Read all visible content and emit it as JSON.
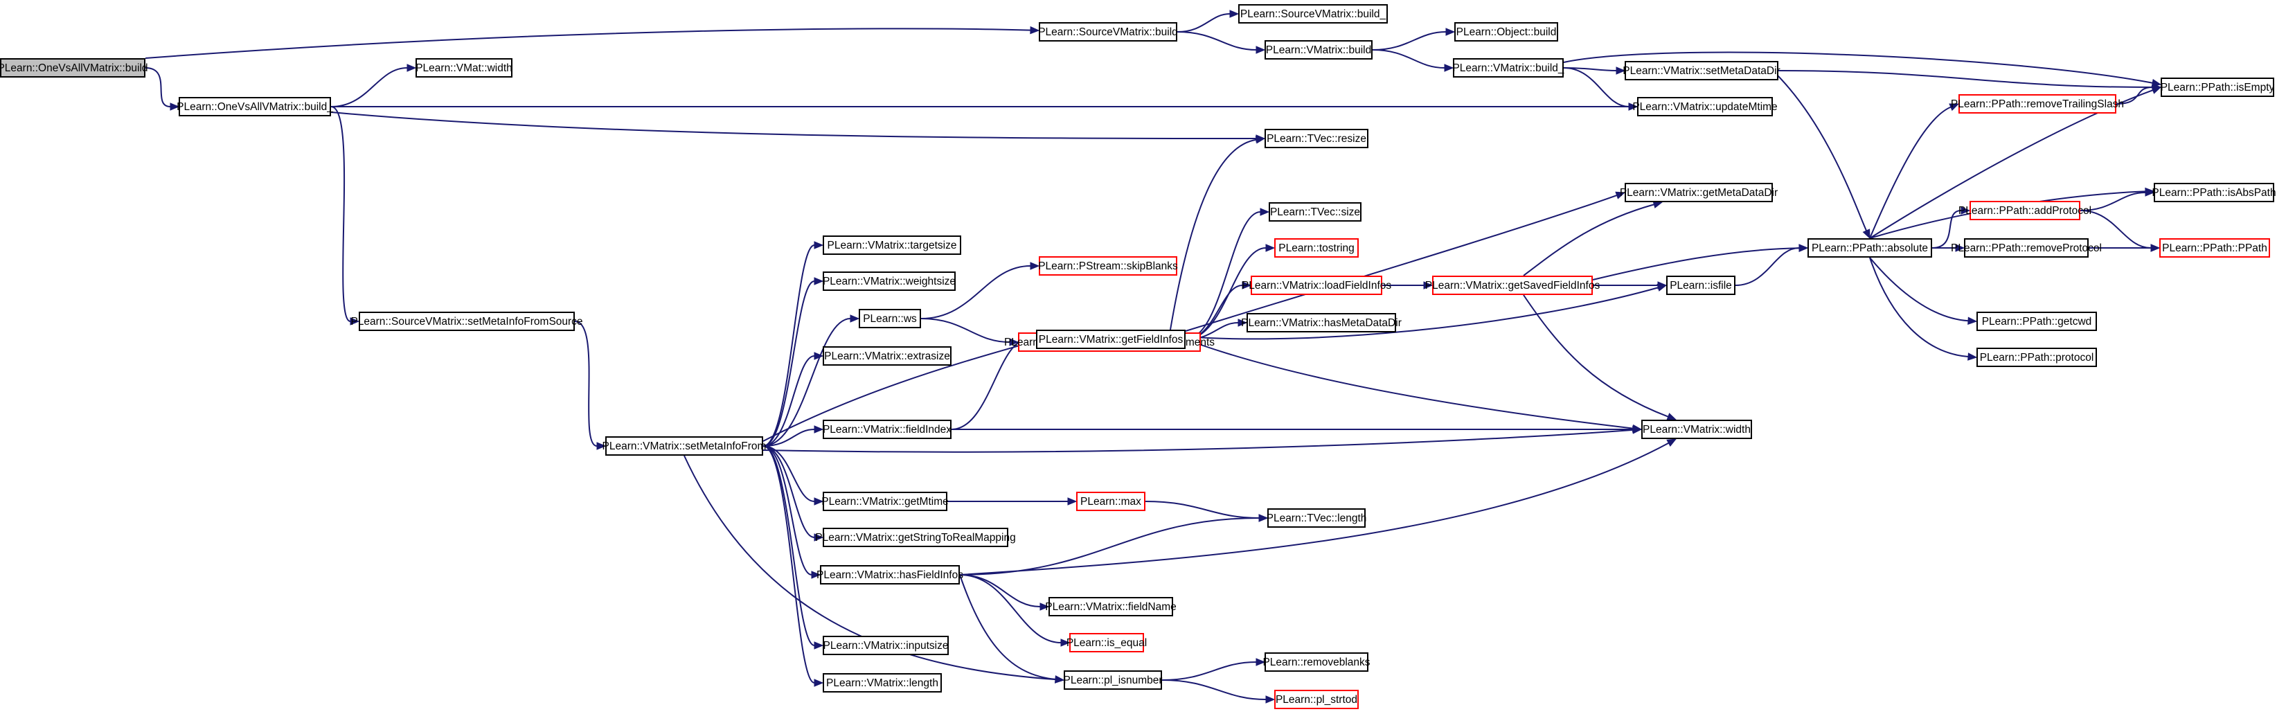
{
  "graph": {
    "colors": {
      "edge": "#191970",
      "node_border": "#000000",
      "node_border_red": "#ff0000",
      "root_fill": "#bfbfbf",
      "node_fill": "#ffffff"
    },
    "nodes": [
      {
        "id": "n0",
        "label": "PLearn::OneVsAllVMatrix::build",
        "style": "root"
      },
      {
        "id": "n1",
        "label": "PLearn::SourceVMatrix::build",
        "style": "normal"
      },
      {
        "id": "n2",
        "label": "PLearn::SourceVMatrix::build_",
        "style": "normal"
      },
      {
        "id": "n3",
        "label": "PLearn::Object::build",
        "style": "normal"
      },
      {
        "id": "n4",
        "label": "PLearn::VMatrix::build",
        "style": "normal"
      },
      {
        "id": "n5",
        "label": "PLearn::VMat::width",
        "style": "normal"
      },
      {
        "id": "n6",
        "label": "PLearn::VMatrix::build_",
        "style": "normal"
      },
      {
        "id": "n7",
        "label": "PLearn::VMatrix::setMetaDataDir",
        "style": "normal"
      },
      {
        "id": "n8",
        "label": "PLearn::PPath::isEmpty",
        "style": "normal"
      },
      {
        "id": "n9",
        "label": "PLearn::OneVsAllVMatrix::build_",
        "style": "normal"
      },
      {
        "id": "n10",
        "label": "PLearn::VMatrix::updateMtime",
        "style": "normal"
      },
      {
        "id": "n11",
        "label": "PLearn::PPath::removeTrailingSlash",
        "style": "red"
      },
      {
        "id": "n12",
        "label": "PLearn::TVec::resize",
        "style": "normal"
      },
      {
        "id": "n13",
        "label": "PLearn::VMatrix::getMetaDataDir",
        "style": "normal"
      },
      {
        "id": "n14",
        "label": "PLearn::PPath::isAbsPath",
        "style": "normal"
      },
      {
        "id": "n15",
        "label": "PLearn::TVec::size",
        "style": "normal"
      },
      {
        "id": "n16",
        "label": "PLearn::PPath::addProtocol",
        "style": "red"
      },
      {
        "id": "n17",
        "label": "PLearn::VMatrix::targetsize",
        "style": "normal"
      },
      {
        "id": "n18",
        "label": "PLearn::tostring",
        "style": "red"
      },
      {
        "id": "n19",
        "label": "PLearn::PPath::absolute",
        "style": "normal"
      },
      {
        "id": "n20",
        "label": "PLearn::PPath::removeProtocol",
        "style": "normal"
      },
      {
        "id": "n21",
        "label": "PLearn::PPath::PPath",
        "style": "red"
      },
      {
        "id": "n22",
        "label": "PLearn::PStream::skipBlanks",
        "style": "red"
      },
      {
        "id": "n23",
        "label": "PLearn::VMatrix::weightsize",
        "style": "normal"
      },
      {
        "id": "n24",
        "label": "PLearn::VMatrix::loadFieldInfos",
        "style": "red"
      },
      {
        "id": "n25",
        "label": "PLearn::VMatrix::getSavedFieldInfos",
        "style": "red"
      },
      {
        "id": "n26",
        "label": "PLearn::isfile",
        "style": "normal"
      },
      {
        "id": "n27",
        "label": "PLearn::ws",
        "style": "normal"
      },
      {
        "id": "n28",
        "label": "PLearn::PStream::skipBlanksAndComments",
        "style": "red"
      },
      {
        "id": "n29",
        "label": "PLearn::SourceVMatrix::setMetaInfoFromSource",
        "style": "normal"
      },
      {
        "id": "n30",
        "label": "PLearn::VMatrix::hasMetaDataDir",
        "style": "normal"
      },
      {
        "id": "n31",
        "label": "PLearn::PPath::getcwd",
        "style": "normal"
      },
      {
        "id": "n32",
        "label": "PLearn::VMatrix::extrasize",
        "style": "normal"
      },
      {
        "id": "n33",
        "label": "PLearn::VMatrix::getFieldInfos",
        "style": "normal"
      },
      {
        "id": "n34",
        "label": "PLearn::PPath::protocol",
        "style": "normal"
      },
      {
        "id": "n35",
        "label": "PLearn::VMatrix::fieldIndex",
        "style": "normal"
      },
      {
        "id": "n36",
        "label": "PLearn::VMatrix::width",
        "style": "normal"
      },
      {
        "id": "n37",
        "label": "PLearn::VMatrix::setMetaInfoFrom",
        "style": "normal"
      },
      {
        "id": "n38",
        "label": "PLearn::VMatrix::getMtime",
        "style": "normal"
      },
      {
        "id": "n39",
        "label": "PLearn::max",
        "style": "red"
      },
      {
        "id": "n40",
        "label": "PLearn::TVec::length",
        "style": "normal"
      },
      {
        "id": "n41",
        "label": "PLearn::VMatrix::getStringToRealMapping",
        "style": "normal"
      },
      {
        "id": "n42",
        "label": "PLearn::VMatrix::hasFieldInfos",
        "style": "normal"
      },
      {
        "id": "n43",
        "label": "PLearn::VMatrix::fieldName",
        "style": "normal"
      },
      {
        "id": "n44",
        "label": "PLearn::is_equal",
        "style": "red"
      },
      {
        "id": "n45",
        "label": "PLearn::VMatrix::inputsize",
        "style": "normal"
      },
      {
        "id": "n46",
        "label": "PLearn::removeblanks",
        "style": "normal"
      },
      {
        "id": "n47",
        "label": "PLearn::pl_isnumber",
        "style": "normal"
      },
      {
        "id": "n48",
        "label": "PLearn::VMatrix::length",
        "style": "normal"
      },
      {
        "id": "n49",
        "label": "PLearn::pl_strtod",
        "style": "red"
      }
    ],
    "edges": [
      [
        "n0",
        "n1"
      ],
      [
        "n0",
        "n9"
      ],
      [
        "n1",
        "n2"
      ],
      [
        "n1",
        "n4"
      ],
      [
        "n4",
        "n3"
      ],
      [
        "n4",
        "n6"
      ],
      [
        "n6",
        "n7"
      ],
      [
        "n6",
        "n8"
      ],
      [
        "n6",
        "n10"
      ],
      [
        "n7",
        "n8"
      ],
      [
        "n7",
        "n19"
      ],
      [
        "n9",
        "n5"
      ],
      [
        "n9",
        "n10"
      ],
      [
        "n9",
        "n12"
      ],
      [
        "n9",
        "n29"
      ],
      [
        "n29",
        "n37"
      ],
      [
        "n37",
        "n17"
      ],
      [
        "n37",
        "n23"
      ],
      [
        "n37",
        "n27"
      ],
      [
        "n37",
        "n32"
      ],
      [
        "n37",
        "n33"
      ],
      [
        "n37",
        "n35"
      ],
      [
        "n37",
        "n36"
      ],
      [
        "n37",
        "n38"
      ],
      [
        "n37",
        "n41"
      ],
      [
        "n37",
        "n42"
      ],
      [
        "n37",
        "n45"
      ],
      [
        "n37",
        "n47"
      ],
      [
        "n37",
        "n48"
      ],
      [
        "n27",
        "n22"
      ],
      [
        "n27",
        "n28"
      ],
      [
        "n33",
        "n12"
      ],
      [
        "n33",
        "n13"
      ],
      [
        "n33",
        "n15"
      ],
      [
        "n33",
        "n18"
      ],
      [
        "n33",
        "n24"
      ],
      [
        "n33",
        "n26"
      ],
      [
        "n33",
        "n30"
      ],
      [
        "n33",
        "n36"
      ],
      [
        "n24",
        "n25"
      ],
      [
        "n25",
        "n13"
      ],
      [
        "n25",
        "n19"
      ],
      [
        "n25",
        "n26"
      ],
      [
        "n25",
        "n36"
      ],
      [
        "n26",
        "n19"
      ],
      [
        "n19",
        "n8"
      ],
      [
        "n19",
        "n11"
      ],
      [
        "n19",
        "n14"
      ],
      [
        "n19",
        "n16"
      ],
      [
        "n19",
        "n20"
      ],
      [
        "n19",
        "n31"
      ],
      [
        "n19",
        "n34"
      ],
      [
        "n11",
        "n8"
      ],
      [
        "n16",
        "n14"
      ],
      [
        "n16",
        "n21"
      ],
      [
        "n20",
        "n21"
      ],
      [
        "n35",
        "n33"
      ],
      [
        "n35",
        "n36"
      ],
      [
        "n38",
        "n39"
      ],
      [
        "n39",
        "n40"
      ],
      [
        "n42",
        "n40"
      ],
      [
        "n42",
        "n36"
      ],
      [
        "n42",
        "n43"
      ],
      [
        "n42",
        "n44"
      ],
      [
        "n42",
        "n47"
      ],
      [
        "n47",
        "n46"
      ],
      [
        "n47",
        "n49"
      ]
    ]
  }
}
